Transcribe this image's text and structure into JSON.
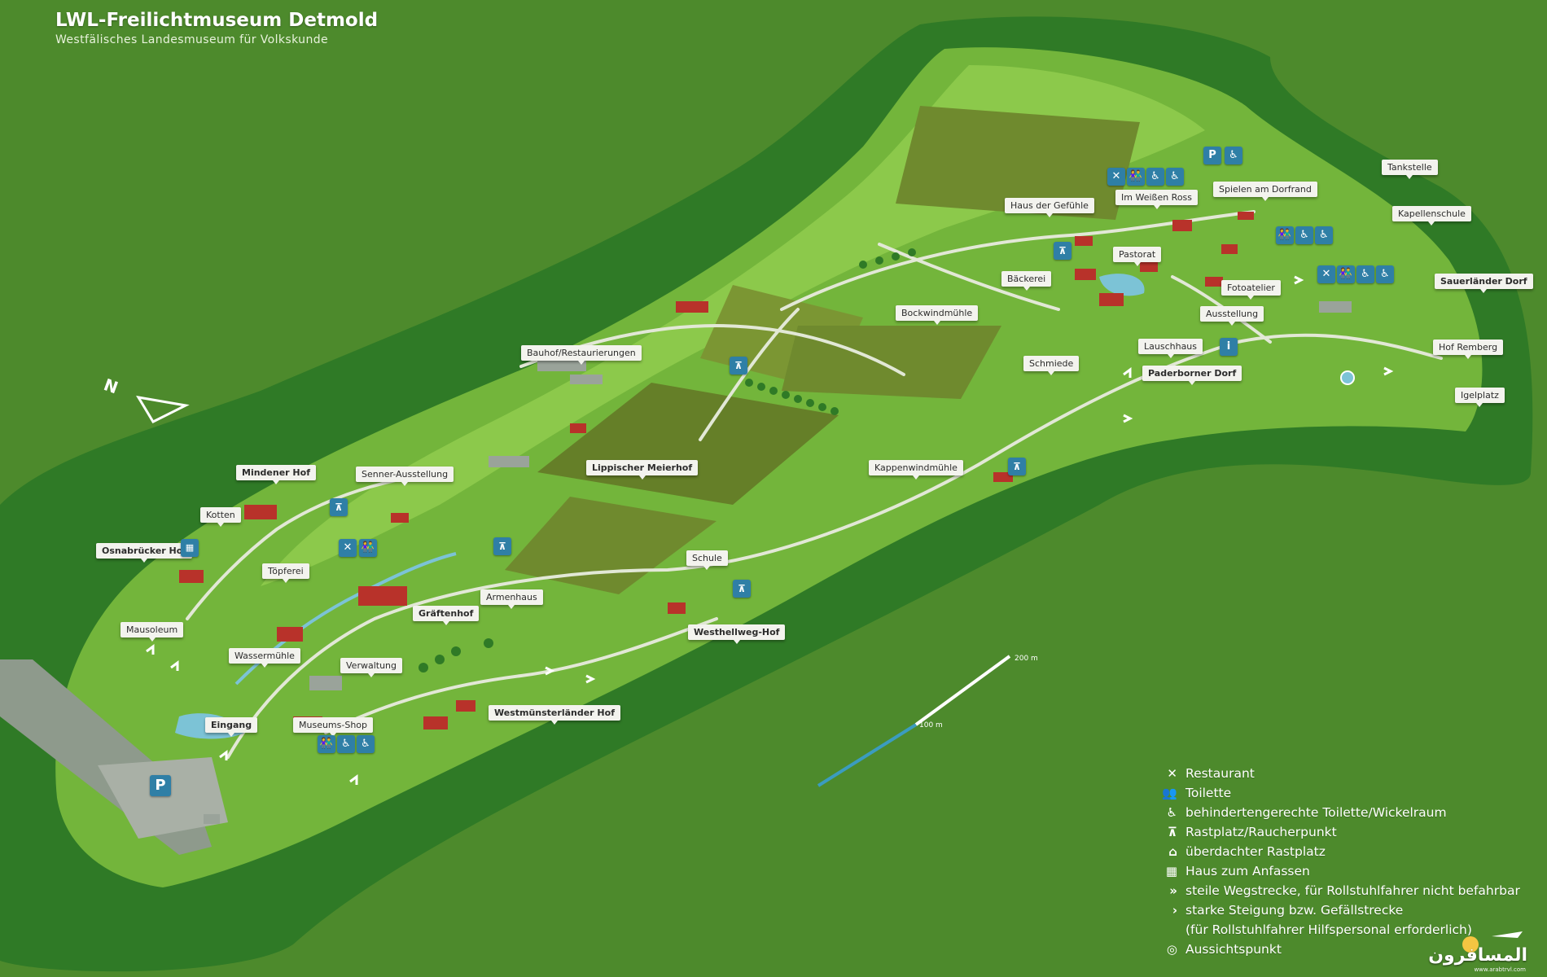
{
  "header": {
    "title": "LWL-Freilichtmuseum Detmold",
    "subtitle": "Westfälisches Landesmuseum für Volkskunde"
  },
  "colors": {
    "background": "#4d8a2c",
    "terrain": "#73b53b",
    "meadow": "#8cc94b",
    "forest": "#2f7a26",
    "field": "#6f8a2e",
    "path": "#e2e8d6",
    "roof": "#b8322a",
    "water": "#7cc3d6",
    "icon_badge": "#2f7fa6",
    "label_bg": "#f3f3ee"
  },
  "labels": [
    {
      "text": "Bauhof/Restaurierungen",
      "bold": false
    },
    {
      "text": "Mindener Hof",
      "bold": true
    },
    {
      "text": "Senner-Ausstellung",
      "bold": false
    },
    {
      "text": "Kotten",
      "bold": false
    },
    {
      "text": "Osnabrücker Hof",
      "bold": true
    },
    {
      "text": "Töpferei",
      "bold": false
    },
    {
      "text": "Mausoleum",
      "bold": false
    },
    {
      "text": "Wassermühle",
      "bold": false
    },
    {
      "text": "Verwaltung",
      "bold": false
    },
    {
      "text": "Eingang",
      "bold": true
    },
    {
      "text": "Museums-Shop",
      "bold": false
    },
    {
      "text": "Gräftenhof",
      "bold": true
    },
    {
      "text": "Armenhaus",
      "bold": false
    },
    {
      "text": "Lippischer Meierhof",
      "bold": true
    },
    {
      "text": "Schule",
      "bold": false
    },
    {
      "text": "Westhellweg-Hof",
      "bold": true
    },
    {
      "text": "Westmünsterländer Hof",
      "bold": true
    },
    {
      "text": "Kappenwindmühle",
      "bold": false
    },
    {
      "text": "Bockwindmühle",
      "bold": false
    },
    {
      "text": "Haus der Gefühle",
      "bold": false
    },
    {
      "text": "Im Weißen Ross",
      "bold": false
    },
    {
      "text": "Pastorat",
      "bold": false
    },
    {
      "text": "Bäckerei",
      "bold": false
    },
    {
      "text": "Spielen am Dorfrand",
      "bold": false
    },
    {
      "text": "Tankstelle",
      "bold": false
    },
    {
      "text": "Kapellenschule",
      "bold": false
    },
    {
      "text": "Fotoatelier",
      "bold": false
    },
    {
      "text": "Ausstellung",
      "bold": false
    },
    {
      "text": "Lauschhaus",
      "bold": false
    },
    {
      "text": "Schmiede",
      "bold": false
    },
    {
      "text": "Paderborner Dorf",
      "bold": true
    },
    {
      "text": "Sauerländer Dorf",
      "bold": true
    },
    {
      "text": "Hof Remberg",
      "bold": false
    },
    {
      "text": "Igelplatz",
      "bold": false
    }
  ],
  "map_glyphs": {
    "parking": "P",
    "information": "i",
    "restaurant": "✕",
    "toilet": "👫",
    "baby": "♿",
    "accessible": "♿"
  },
  "scale": {
    "label_200": "200 m",
    "label_100": "100 m"
  },
  "legend": [
    {
      "icon": "✕",
      "icon_name": "restaurant-icon",
      "text": "Restaurant"
    },
    {
      "icon": "👥",
      "icon_name": "toilet-icon",
      "text": "Toilette"
    },
    {
      "icon": "♿",
      "icon_name": "accessible-toilet-icon",
      "text": "behindertengerechte Toilette/Wickelraum"
    },
    {
      "icon": "⊼",
      "icon_name": "rest-area-icon",
      "text": "Rastplatz/Raucherpunkt"
    },
    {
      "icon": "⌂",
      "icon_name": "covered-rest-area-icon",
      "text": "überdachter Rastplatz"
    },
    {
      "icon": "▦",
      "icon_name": "touch-house-icon",
      "text": "Haus zum Anfassen"
    },
    {
      "icon": "»",
      "icon_name": "double-chevron-icon",
      "text": "steile Wegstrecke, für Rollstuhlfahrer nicht befahrbar"
    },
    {
      "icon": "›",
      "icon_name": "single-chevron-icon",
      "text": "starke Steigung bzw. Gefällstrecke"
    },
    {
      "icon": "",
      "icon_name": "",
      "text": "(für Rollstuhlfahrer Hilfspersonal erforderlich)"
    },
    {
      "icon": "◎",
      "icon_name": "viewpoint-icon",
      "text": "Aussichtspunkt"
    }
  ],
  "watermark": {
    "text": "المسافرون",
    "sub": "www.arabtrvl.com"
  }
}
